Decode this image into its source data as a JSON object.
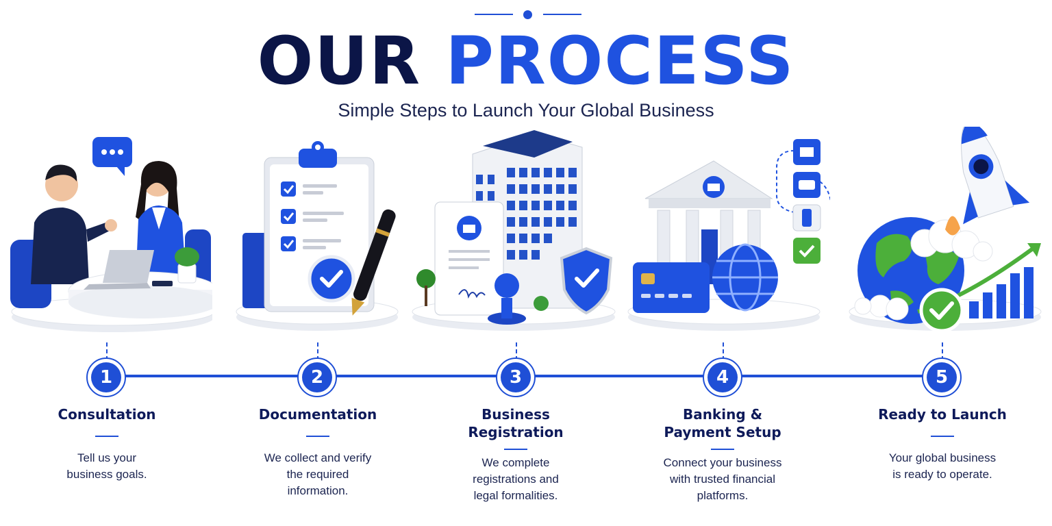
{
  "header": {
    "title_part1": "OUR",
    "title_part2": "PROCESS",
    "subtitle": "Simple Steps to Launch Your Global Business"
  },
  "colors": {
    "primary_blue": "#1f4fd6",
    "navy": "#0b1547",
    "green": "#4caf3a"
  },
  "steps": [
    {
      "number": "1",
      "title": "Consultation",
      "description": "Tell us your business goals.",
      "illustration": "meeting-illustration"
    },
    {
      "number": "2",
      "title": "Documentation",
      "description": "We collect and verify the required information.",
      "illustration": "clipboard-checklist-illustration"
    },
    {
      "number": "3",
      "title": "Business Registration",
      "description": "We complete registrations and legal formalities.",
      "illustration": "office-building-illustration"
    },
    {
      "number": "4",
      "title": "Banking & Payment Setup",
      "description": "Connect your business with trusted financial platforms.",
      "illustration": "bank-payment-illustration"
    },
    {
      "number": "5",
      "title": "Ready to Launch",
      "description": "Your global business is ready to operate.",
      "illustration": "rocket-globe-illustration"
    }
  ]
}
